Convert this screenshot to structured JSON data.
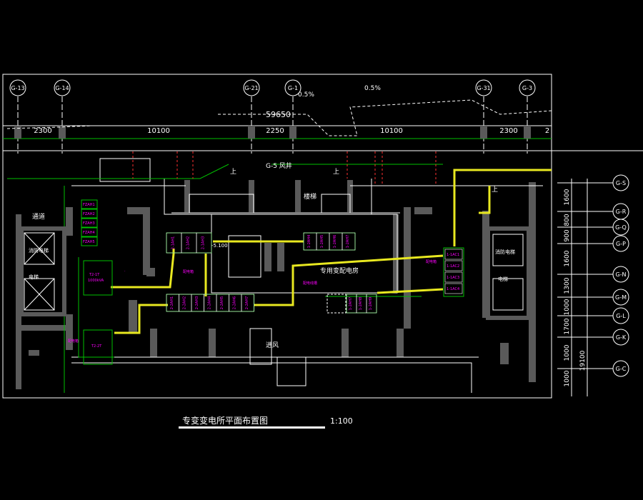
{
  "drawing": {
    "title": "专变变电所平面布置图",
    "scale": "1:100"
  },
  "grid_top": [
    "G-13",
    "G-14",
    "G-21",
    "G-1",
    "G-31",
    "G-3"
  ],
  "grid_right": [
    "G-S",
    "G-R",
    "G-Q",
    "G-P",
    "G-N",
    "G-M",
    "G-L",
    "G-K",
    "G-C"
  ],
  "dims_top": [
    "2300",
    "10100",
    "2250",
    "10100",
    "2300",
    "2"
  ],
  "overall_dim": "59650",
  "slope": [
    "0.5%",
    "0.5%"
  ],
  "dims_right": [
    "1600",
    "800",
    "900",
    "1600",
    "1300",
    "1000",
    "1700",
    "1000",
    "1000",
    "19100"
  ],
  "rooms": {
    "fan_shaft": "G-5 风井",
    "main_room": "专用变配电房",
    "stair": "楼梯",
    "corridor": "通道",
    "fire_elevator": "消防电梯",
    "elevator": "电梯",
    "air_intake": "进风",
    "elevation": "-5.100",
    "up1": "上",
    "up2": "上",
    "up3": "上",
    "cable_right": "配电箱",
    "note_main": "配电线槽",
    "note_left": "配电箱",
    "note_mid": "配电箱",
    "right_fire": "消防电梯",
    "right_elev": "电梯"
  },
  "panels_left": [
    "FZAH1",
    "FZAH2",
    "FZAH3",
    "FZAH4",
    "FZAH5"
  ],
  "transformer1": {
    "label": "T2-1T",
    "sub": "1000kVA"
  },
  "transformer2": {
    "label": "T2-2T"
  },
  "cab_top": [
    "2-1AH1",
    "2-1AH2",
    "2-1AH3"
  ],
  "cab_top_right": [
    "1-2AH4",
    "1-2AH5",
    "1-2AH6",
    "1-2AH7"
  ],
  "cab_bottom": [
    "2-2AH1",
    "2-2AH2",
    "2-2AH3",
    "2-2AH4",
    "2-2AH5",
    "2-2AH6",
    "2-2AH7"
  ],
  "cab_bottom_right": [
    "1-2AH7",
    "1-2AH8",
    "1-2AH9"
  ],
  "cab_right": [
    "1-1AC1",
    "1-1AC2",
    "1-1AC3",
    "1-1AC4"
  ],
  "colors": {
    "wall": "#5a5a5a",
    "line": "#ffffff",
    "green": "#00c000",
    "yellow": "#e8e820",
    "magenta": "#ff00ff",
    "red": "#ff3030",
    "cyan": "#00c0c0"
  }
}
